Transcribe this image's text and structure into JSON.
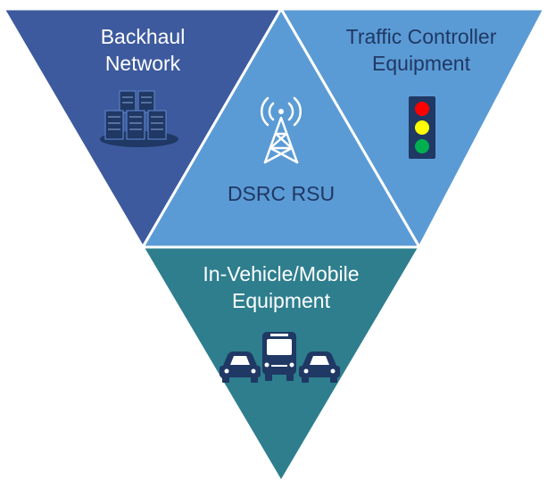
{
  "segments": {
    "backhaul": {
      "line1": "Backhaul",
      "line2": "Network",
      "icon": "server-rack-icon",
      "fill": "#3d5a9e"
    },
    "traffic": {
      "line1": "Traffic Controller",
      "line2": "Equipment",
      "icon": "traffic-light-icon",
      "fill": "#5b9bd5"
    },
    "rsu": {
      "label": "DSRC RSU",
      "icon": "radio-tower-icon",
      "fill": "#5b9bd5"
    },
    "vehicle": {
      "line1": "In-Vehicle/Mobile",
      "line2": "Equipment",
      "icon": "vehicles-icon",
      "fill": "#2e7e8e"
    }
  },
  "colors": {
    "text_dark": "#1f3864",
    "text_light": "#ffffff",
    "icon_dark": "#1f3864",
    "traffic_red": "#ff0000",
    "traffic_yellow": "#ffff00",
    "traffic_green": "#00b050"
  }
}
